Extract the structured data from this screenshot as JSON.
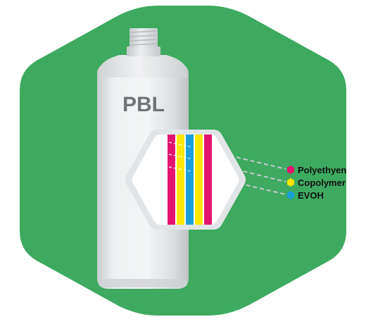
{
  "bottle": {
    "label": "PBL"
  },
  "layers": [
    {
      "name": "Polyethyen",
      "color": "#e3146f"
    },
    {
      "name": "Copolymer",
      "color": "#ffe500"
    },
    {
      "name": "EVOH",
      "color": "#1a9fdc"
    }
  ],
  "colors": {
    "background_hexagon": "#3daa5f",
    "bottle_body": "#e9ebec",
    "bottle_shadow": "#c9cdcf",
    "leader_line": "#c4c9cc"
  }
}
